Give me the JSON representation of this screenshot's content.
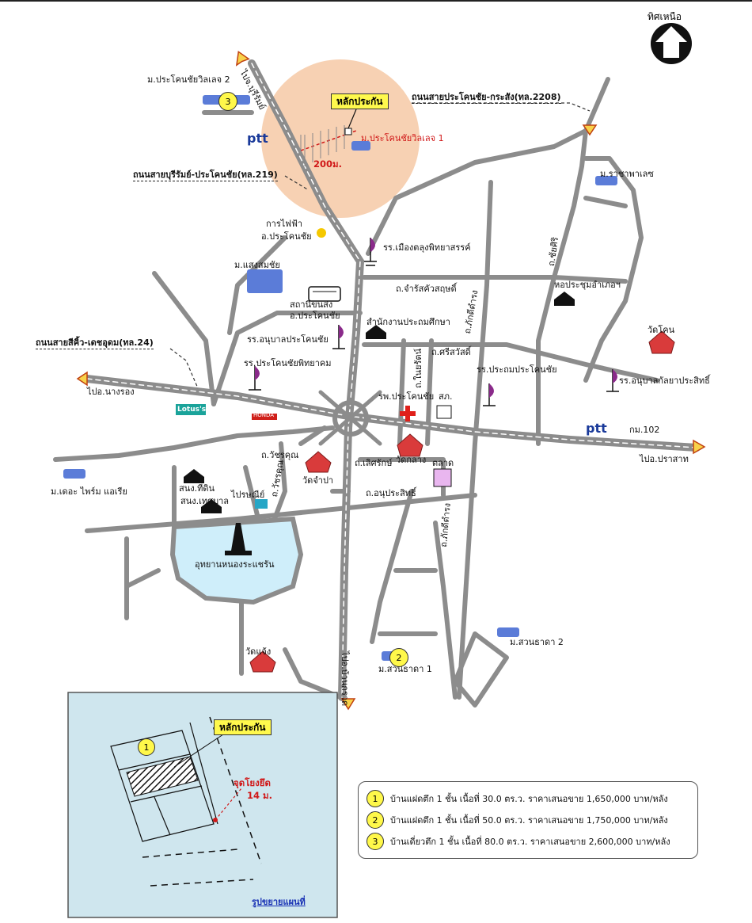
{
  "compass": {
    "label": "ทิศเหนือ"
  },
  "project": {
    "label": "หลักประกัน",
    "distance": "200ม.",
    "village1": "ม.ประโคนชัยวิลเลจ 1"
  },
  "roads": {
    "buriram_prakhonchai": "ถนนสายบุรีรัมย์-ประโคนชัย(ทล.219)",
    "prakhonchai_krasang": "ถนนสายประโคนชัย-กระสัง(ทล.2208)",
    "sikhiu_detudom": "ถนนสายสีคิ้ว-เดชอุดม(ทล.24)",
    "to_buriram": "ไปจ.บุรีรัมย์",
    "to_nangrong": "ไปอ.นางรอง",
    "to_prasat": "ไปอ.ปราสาท",
    "to_bankruat": "ไปอ.บ้านกรวด",
    "km102": "กม.102"
  },
  "streets": {
    "charoen": "ถ.จำรัสคัวสฤษดิ์",
    "sribunrot": "ถ.ศรีสวัสดิ์",
    "soi_taiban": "ถ.ในยรัตน์",
    "phakdidamrong": "ถ.ภักดีดำรง",
    "phakdidamrong2": "ถ.ภักดีดำรง",
    "rachawithi": "ถ.ชัยศิริ",
    "wachirakhun": "ถ.วัชรคุณ",
    "wachirakhun2": "ถ.วัชรคุณ",
    "loetsak": "ถ.เลิศรักษ์",
    "anuprasit": "ถ.อนุประสิทธิ์"
  },
  "places": {
    "village2": "ม.ประโคนชัยวิลเลจ 2",
    "ratphatthana": "ม.ราชาพาเลซ",
    "electricity": "การไฟฟ้า",
    "electricity2": "อ.ประโคนชัย",
    "school_muang": "รร.เมืองตลุงพิทยาสรรค์",
    "saengsomchai": "ม.แสงสมชัย",
    "auditorium": "หอประชุมอำเภอฯ",
    "bus_station": "สถานีขนส่ง",
    "bus_station2": "อ.ประโคนชัย",
    "education_office": "สำนักงานประถมศึกษา",
    "kindergarten": "รร.อนุบาลประโคนชัย",
    "wat_khon": "วัดโคน",
    "prakhonchai_school": "รร.ประโคนชัยพิทยาคม",
    "prathom_school": "รร.ประถมประโคนชัย",
    "anuban_kanlaya": "รร.อนุบาลกัลยาประสิทธิ์",
    "hospital": "รพ.ประโคนชัย",
    "sokor": "สภ.",
    "lotus": "Lotus's",
    "honda": "HONDA",
    "wat_klang": "วัดกลาง",
    "market": "ตลาด",
    "wat_champa": "วัดจำปา",
    "the_prime": "ม.เดอะ ไพร์ม แอเรีย",
    "district_office": "สนง.ที่ดิน",
    "municipal_office": "สนง.เทศบาล",
    "post_office": "ไปรษณีย์",
    "park": "อุทยานหนองระแชรัน",
    "wat_chaeng": "วัดแจ้ง",
    "suan_thada1": "ม.สวนธาดา 1",
    "suan_thada2": "ม.สวนธาดา 2",
    "ptt": "ptt"
  },
  "inset": {
    "label": "หลักประกัน",
    "reference": "จุดโยงยึด",
    "reference_distance": "14 ม.",
    "link": "รูปขยายแผนที่",
    "marker": "1"
  },
  "pins": [
    "3",
    "2"
  ],
  "legend": [
    {
      "num": "1",
      "text": "บ้านแฝดตึก 1 ชั้น เนื้อที่ 30.0 ตร.ว.  ราคาเสนอขาย 1,650,000 บาท/หลัง"
    },
    {
      "num": "2",
      "text": "บ้านแฝดตึก 1 ชั้น เนื้อที่ 50.0 ตร.ว.  ราคาเสนอขาย 1,750,000 บาท/หลัง"
    },
    {
      "num": "3",
      "text": "บ้านเดี่ยวตึก 1 ชั้น เนื้อที่ 80.0 ตร.ว.  ราคาเสนอขาย 2,600,000 บาท/หลัง"
    }
  ],
  "colors": {
    "road": "#8c8c8c",
    "highway_center": "#ffffff",
    "circle": "#f6c9a6",
    "park": "#cfeefa",
    "inset_bg": "#cfe6ee",
    "marker": "#fff84a"
  }
}
